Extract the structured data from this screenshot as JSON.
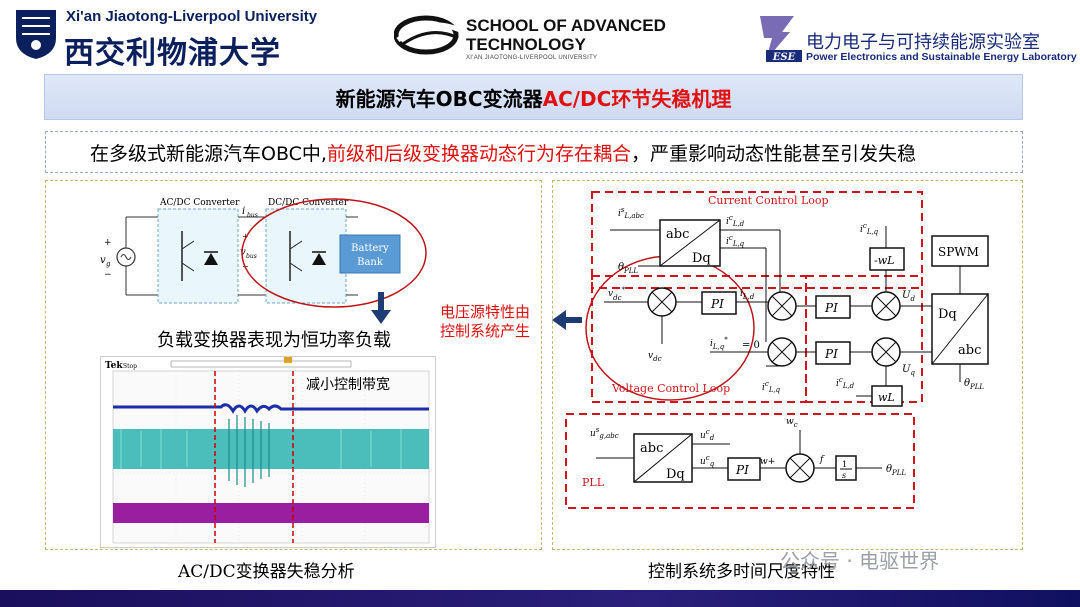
{
  "header": {
    "xjtlu_en": "Xi'an Jiaotong-Liverpool University",
    "xjtlu_cn": "西交利物浦大学",
    "school_line1": "SCHOOL OF ADVANCED",
    "school_line2": "TECHNOLOGY",
    "school_sub": "XI'AN JIAOTONG-LIVERPOOL UNIVERSITY",
    "lab_badge": "ESE",
    "lab_cn": "电力电子与可持续能源实验室",
    "lab_en": "Power Electronics and Sustainable Energy Laboratory"
  },
  "title": {
    "part1": "新能源汽车OBC变流器",
    "part2": "AC/DC环节失稳机理"
  },
  "statement": {
    "part1": "在多级式新能源汽车OBC中,",
    "part2": "前级和后级变换器动态行为存在耦合",
    "part3": "，严重影响动态性能甚至引发失稳"
  },
  "left": {
    "circuit": {
      "acdc_label": "AC/DC Converter",
      "dcdc_label": "DC/DC Converter",
      "battery_line1": "Battery",
      "battery_line2": "Bank",
      "vg": "v",
      "vg_sub": "g",
      "ibus": "i",
      "ibus_sub": "bus",
      "vbus": "v",
      "vbus_sub": "bus"
    },
    "note": "负载变换器表现为恒功率负载",
    "scope": {
      "brand": "Tek",
      "status": "Stop",
      "annotation": "减小控制带宽"
    },
    "caption": "AC/DC变换器失稳分析"
  },
  "middle_note": {
    "line1": "电压源特性由",
    "line2": "控制系统产生"
  },
  "right": {
    "current_loop_label": "Current Control Loop",
    "voltage_loop_label": "Voltage Control Loop",
    "pll_label": "PLL",
    "abc": "abc",
    "dq": "Dq",
    "pi": "PI",
    "spwm": "SPWM",
    "neg_wl": "-wL",
    "wl": "wL",
    "ilq_ref": "= 0",
    "caption": "控制系统多时间尺度特性"
  },
  "watermark": "公众号 · 电驱世界",
  "colors": {
    "accent_red": "#e01010",
    "navy": "#0b1f5c",
    "panel_border": "#c9b870",
    "title_bg": "#d6e0f4"
  }
}
